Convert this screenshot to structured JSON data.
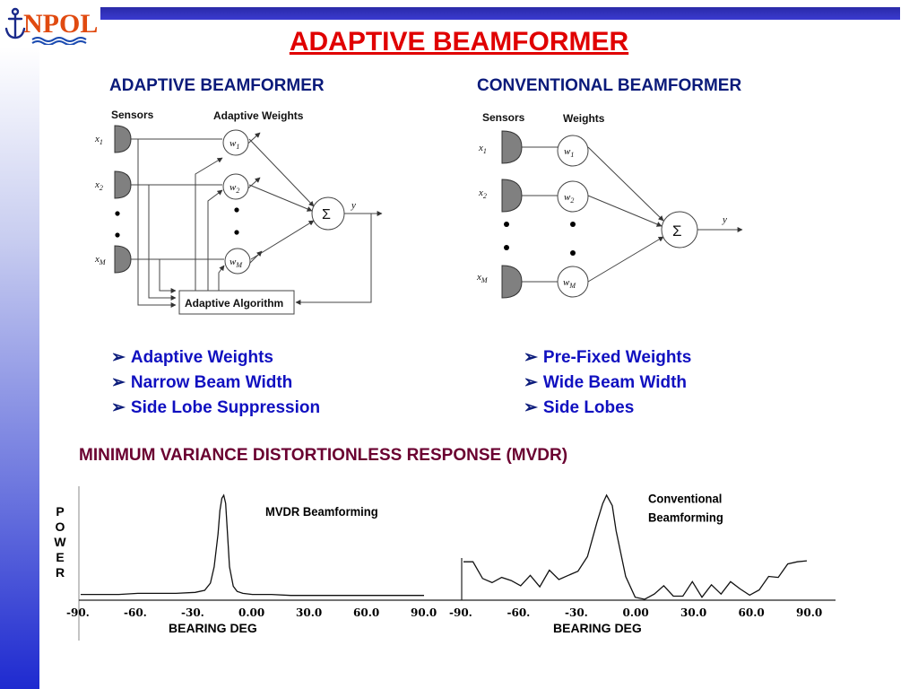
{
  "logo": {
    "text": "NPOL"
  },
  "header": {
    "title": "ADAPTIVE BEAMFORMER"
  },
  "adaptive": {
    "title": "ADAPTIVE BEAMFORMER",
    "diagram": {
      "sensors_label": "Sensors",
      "weights_label": "Adaptive Weights",
      "algorithm_label": "Adaptive Algorithm",
      "x1": "x",
      "x1_sub": "1",
      "x2": "x",
      "x2_sub": "2",
      "xm": "x",
      "xm_sub": "M",
      "w1": "w",
      "w1_sub": "1",
      "w2": "w",
      "w2_sub": "2",
      "wm": "w",
      "wm_sub": "M",
      "sum": "Σ",
      "output": "y"
    },
    "bullets": [
      "Adaptive Weights",
      "Narrow Beam Width",
      "Side Lobe Suppression"
    ]
  },
  "conventional": {
    "title": "CONVENTIONAL BEAMFORMER",
    "diagram": {
      "sensors_label": "Sensors",
      "weights_label": "Weights",
      "x1": "x",
      "x1_sub": "1",
      "x2": "x",
      "x2_sub": "2",
      "xm": "x",
      "xm_sub": "M",
      "w1": "w",
      "w1_sub": "1",
      "w2": "w",
      "w2_sub": "2",
      "wm": "w",
      "wm_sub": "M",
      "sum": "Σ",
      "output": "y"
    },
    "bullets": [
      "Pre-Fixed Weights",
      "Wide Beam Width",
      "Side Lobes"
    ]
  },
  "bullet_marker": "➢",
  "mvdr": {
    "heading": "MINIMUM VARIANCE DISTORTIONLESS RESPONSE (MVDR)",
    "power_label": [
      "P",
      "O",
      "W",
      "E",
      "R"
    ]
  },
  "chart_data": [
    {
      "type": "line",
      "title": "MVDR Beamforming",
      "xlabel": "BEARING DEG",
      "ylabel": "POWER",
      "xticks": [
        "-90.",
        "-60.",
        "-30.",
        "0.00",
        "30.0",
        "60.0",
        "90.0"
      ],
      "xlim": [
        -90,
        90
      ],
      "ylim": [
        0,
        1
      ],
      "x": [
        -90,
        -80,
        -70,
        -60,
        -50,
        -40,
        -30,
        -25,
        -22,
        -20,
        -18,
        -17,
        -16,
        -15,
        -14,
        -13,
        -12,
        -10,
        -8,
        -5,
        0,
        10,
        20,
        30,
        40,
        50,
        60,
        70,
        80,
        90
      ],
      "y": [
        0.03,
        0.03,
        0.03,
        0.04,
        0.04,
        0.04,
        0.05,
        0.07,
        0.14,
        0.3,
        0.62,
        0.85,
        0.97,
        1.0,
        0.92,
        0.62,
        0.3,
        0.11,
        0.06,
        0.04,
        0.03,
        0.03,
        0.02,
        0.02,
        0.02,
        0.02,
        0.02,
        0.02,
        0.02,
        0.02
      ]
    },
    {
      "type": "line",
      "title": "Conventional Beamforming",
      "xlabel": "BEARING DEG",
      "ylabel": "POWER",
      "xticks": [
        "-90.",
        "-60.",
        "-30.",
        "0.00",
        "30.0",
        "60.0",
        "90.0"
      ],
      "xlim": [
        -90,
        90
      ],
      "ylim": [
        0,
        1
      ],
      "x": [
        -90,
        -85,
        -80,
        -75,
        -70,
        -65,
        -60,
        -55,
        -50,
        -45,
        -40,
        -35,
        -30,
        -25,
        -20,
        -17,
        -15,
        -12,
        -10,
        -5,
        0,
        5,
        10,
        15,
        20,
        25,
        30,
        35,
        40,
        45,
        50,
        55,
        60,
        65,
        70,
        75,
        80,
        85,
        90
      ],
      "y": [
        0.36,
        0.36,
        0.2,
        0.16,
        0.21,
        0.18,
        0.13,
        0.23,
        0.12,
        0.28,
        0.19,
        0.23,
        0.27,
        0.41,
        0.74,
        0.92,
        1.0,
        0.9,
        0.66,
        0.22,
        0.02,
        0.0,
        0.05,
        0.13,
        0.03,
        0.03,
        0.17,
        0.02,
        0.14,
        0.05,
        0.17,
        0.1,
        0.04,
        0.09,
        0.22,
        0.21,
        0.34,
        0.36,
        0.37
      ]
    }
  ],
  "plot_labels": {
    "mvdr": "MVDR Beamforming",
    "conv_line1": "Conventional",
    "conv_line2": "Beamforming"
  }
}
